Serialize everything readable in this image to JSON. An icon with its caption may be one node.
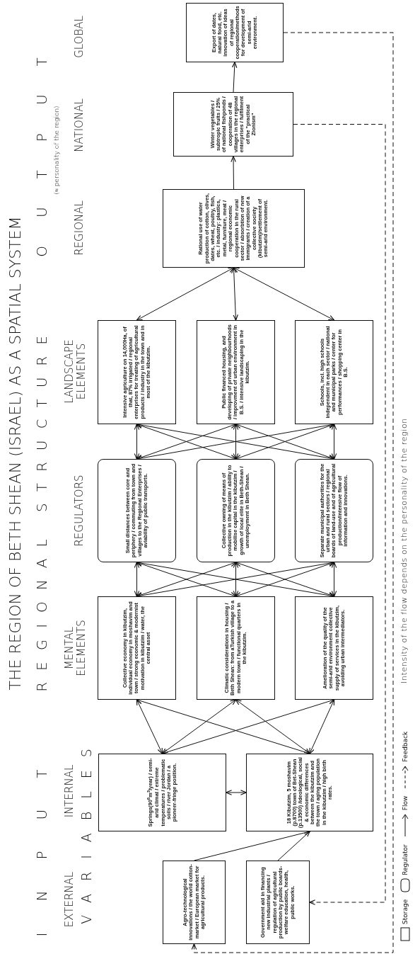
{
  "diagram": {
    "title": "THE REGION OF BETH SHEAN (ISRAEL) AS A SPATIAL SYSTEM",
    "nodes": [
      {
        "text": [
          "Agro-technological innovations / the world cotton-market / European market for agricultural products."
        ]
      },
      {
        "text": [
          "Government aid in financing new industrial plants / regulation of agricultural production by public boards-welfare education, health, public works."
        ]
      },
      {
        "text": [
          "Springs(90$^{6}$m$^{3}$/year) / semi-arid climat / extreme temperatures / problematic soils / river Jordan / a pioneer-fringe position."
        ]
      },
      {
        "text": [
          "18 Kibutzim, 5 moshavim (p.8700) town of Bet-Shean (p.13500) /ideological, social & economic differences between the kibutzim and the town / aging population in the kibutzim / high birth rates."
        ]
      },
      {
        "text": [
          "Collective economy in kibutzim, individual economy in moshavim and town / strong economic & modernist motivation in kibutzim / water, the central asset"
        ]
      },
      {
        "text": [
          "Climatic considerations in housing / Beth Shean: from aTurkish village to a modern town / functional quarters in the kibutzim."
        ]
      },
      {
        "text": [
          "Amelioration of the quality of the semi-arid environment collective supply of services in the kibutzim, avoiding urban intermediators."
        ]
      },
      {
        "text": [
          "Small distances between core and periphery / commuting from town and villages to the Regional Enterprises / aviability of public transports."
        ]
      },
      {
        "text": [
          "Collective owning of means of production in the kibutzim / ability to mobilise capital in the kibutzim / growth of local elite in Beth-Shean / unemployment in Beth Shean."
        ]
      },
      {
        "text": [
          "Separate municipal authorities for the urban and rural sectors / regional boards of land-use and of agricultural production/intensive flow of information and innovations."
        ]
      },
      {
        "text": [
          "Intensive agriculture on 14,000Ha, of that, 87% irrigated / regional enterprises for treating of agricultural products / industry in the town and in most of the kibutzim."
        ]
      },
      {
        "text": [
          "Public financed housing, and developing of private neighbourhoods / improvment of urban environment in B.S. / intensive landscaping in the kibutzim."
        ]
      },
      {
        "text": [
          "Schools, incl. high schools independent in each sector / national and municipal parks / center for performances / shopping center in B.S."
        ]
      },
      {
        "text": [
          "Rational use of water production of cotton, olives, dates, wheat, poultry, fish, etc. / industry: plastics, metal, furniture, meat / regional economic cooperation in the rural sector / absorbtion of new immigrants / creation of a collective society (kibutzim)/settlement of semi-arid environment."
        ]
      },
      {
        "text": [
          "Winter vegetables / subtropic fruits / 25% of national fishponds / cooperation of 48 villages in the regional enterprises / fulfilment of the \"practical Zionism\""
        ]
      },
      {
        "text": [
          "Export of dates, natural food, etc. innovation of ideas of regional cooperation/methods for development of semi-arid environment."
        ]
      }
    ],
    "edges": [
      {
        "from": 0,
        "to": 3,
        "arrow": "to"
      },
      {
        "from": 1,
        "to": 3,
        "arrow": "to"
      },
      {
        "from": 2,
        "to": 3,
        "arrow": "both"
      },
      {
        "from": 2,
        "to": 4,
        "arrow": "both"
      },
      {
        "from": 2,
        "to": 5,
        "arrow": "both"
      },
      {
        "from": 2,
        "to": 6,
        "arrow": "both"
      },
      {
        "from": 3,
        "to": 4,
        "arrow": "both"
      },
      {
        "from": 3,
        "to": 5,
        "arrow": "both"
      },
      {
        "from": 3,
        "to": 6,
        "arrow": "both"
      },
      {
        "from": 4,
        "to": 7,
        "arrow": "both"
      },
      {
        "from": 4,
        "to": 8,
        "arrow": "both"
      },
      {
        "from": 4,
        "to": 9,
        "arrow": "both"
      },
      {
        "from": 5,
        "to": 7,
        "arrow": "both"
      },
      {
        "from": 5,
        "to": 8,
        "arrow": "both"
      },
      {
        "from": 5,
        "to": 9,
        "arrow": "both"
      },
      {
        "from": 6,
        "to": 7,
        "arrow": "both"
      },
      {
        "from": 6,
        "to": 8,
        "arrow": "both"
      },
      {
        "from": 6,
        "to": 9,
        "arrow": "both"
      },
      {
        "from": 7,
        "to": 10,
        "arrow": "both"
      },
      {
        "from": 7,
        "to": 11,
        "arrow": "both"
      },
      {
        "from": 7,
        "to": 12,
        "arrow": "both"
      },
      {
        "from": 8,
        "to": 10,
        "arrow": "both"
      },
      {
        "from": 8,
        "to": 11,
        "arrow": "both"
      },
      {
        "from": 8,
        "to": 12,
        "arrow": "both"
      },
      {
        "from": 9,
        "to": 10,
        "arrow": "both"
      },
      {
        "from": 9,
        "to": 11,
        "arrow": "both"
      },
      {
        "from": 9,
        "to": 12,
        "arrow": "both"
      },
      {
        "from": 10,
        "to": 13,
        "arrow": "both"
      },
      {
        "from": 11,
        "to": 13,
        "arrow": "both"
      },
      {
        "from": 12,
        "to": 13,
        "arrow": "both"
      },
      {
        "from": 13,
        "to": 14,
        "arrow": "to"
      },
      {
        "from": 14,
        "to": 15,
        "arrow": "to"
      },
      {
        "from": 14,
        "to": 1,
        "arrow": "to",
        "style": "dashed"
      },
      {
        "from": 15,
        "to": 0,
        "arrow": "to",
        "style": "dashed"
      }
    ],
    "labels": [
      "INPUT",
      "REGIONAL STRUCTURE",
      "OUTPUT",
      "(≈ personality of the region)",
      "EXTERNAL",
      "INTERNAL",
      "VARIABLES",
      "MENTAL ELEMENTS",
      "REGULATORS",
      "LANDSCAPE ELEMENTS",
      "REGIONAL",
      "NATIONAL",
      "GLOBAL",
      "Intensity of the flow depends on the personality of the region"
    ],
    "legend": [
      {
        "text": "Storage"
      },
      {
        "text": "Regulator"
      },
      {
        "text": "Flow"
      },
      {
        "text": "Feedback"
      }
    ]
  }
}
